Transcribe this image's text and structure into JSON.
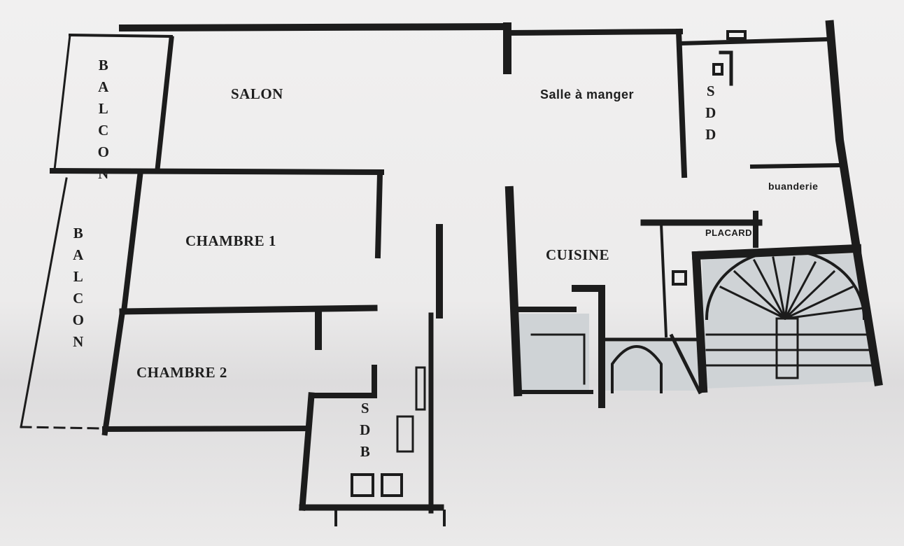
{
  "plan": {
    "rooms": {
      "balcon_top": "BALCON",
      "salon": "SALON",
      "salle_a_manger": "Salle à manger",
      "sdd": "SDD",
      "buanderie": "buanderie",
      "balcon_bottom": "BALCON",
      "chambre_1": "CHAMBRE 1",
      "chambre_2": "CHAMBRE 2",
      "cuisine": "CUISINE",
      "placard": "PLACARD",
      "sdb": "SDB"
    },
    "colors": {
      "wall": "#1c1c1c",
      "shade": "#cfd3d6"
    }
  }
}
